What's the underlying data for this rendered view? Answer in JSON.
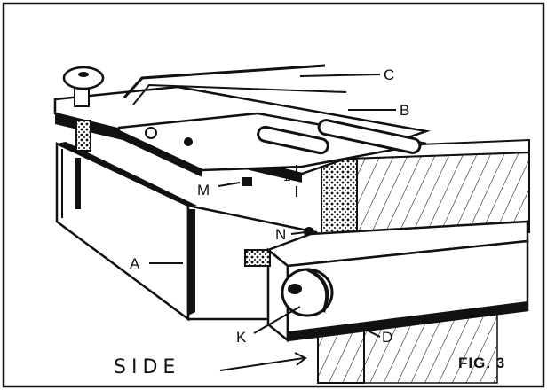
{
  "labels": {
    "a": "A",
    "b": "B",
    "c": "C",
    "d": "D",
    "k": "K",
    "m": "M",
    "n": "N",
    "half": "1/2"
  },
  "annotation": {
    "side": "SIDE"
  },
  "caption": "FIG. 3",
  "colors": {
    "ink": "#111111",
    "paper": "#ffffff"
  }
}
